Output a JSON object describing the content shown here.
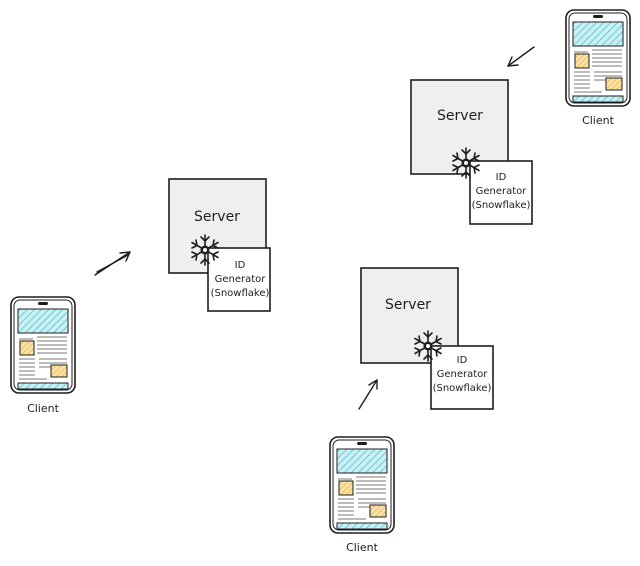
{
  "servers": [
    {
      "label": "Server",
      "generator": {
        "line1": "ID",
        "line2": "Generator",
        "line3": "(Snowflake)"
      }
    },
    {
      "label": "Server",
      "generator": {
        "line1": "ID",
        "line2": "Generator",
        "line3": "(Snowflake)"
      }
    },
    {
      "label": "Server",
      "generator": {
        "line1": "ID",
        "line2": "Generator",
        "line3": "(Snowflake)"
      }
    }
  ],
  "clients": [
    {
      "label": "Client"
    },
    {
      "label": "Client"
    },
    {
      "label": "Client"
    }
  ],
  "icons": {
    "snowflake": "snowflake-icon",
    "phone": "phone-icon",
    "arrow": "arrow-icon"
  },
  "colors": {
    "server_fill": "#efefef",
    "stroke": "#1e1e1e",
    "phone_screen_cyan": "#a9e3ea",
    "phone_image_orange": "#f6c96b"
  }
}
